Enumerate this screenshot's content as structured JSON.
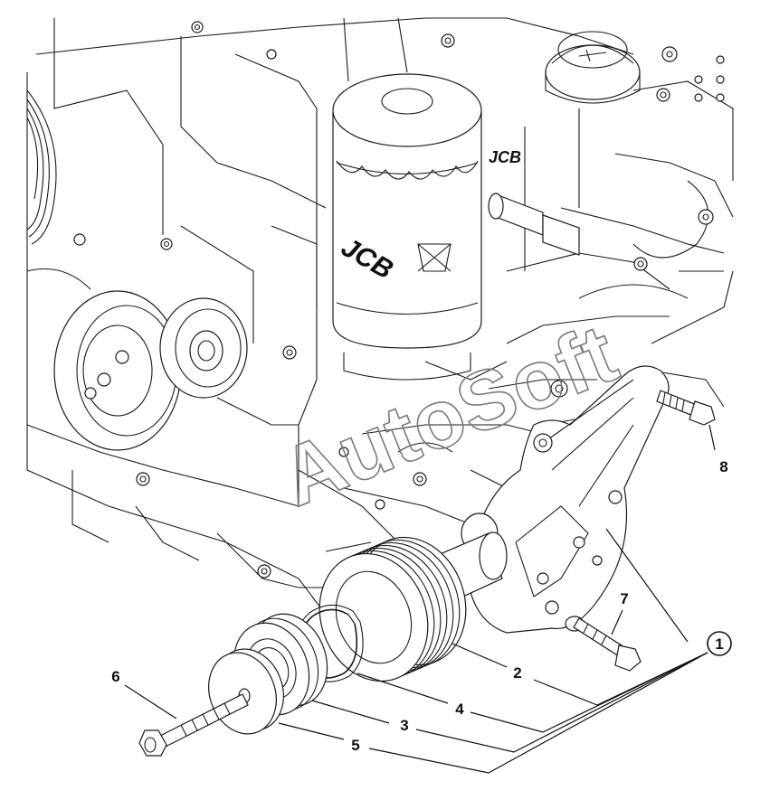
{
  "watermark": {
    "text": "AutoSoft"
  },
  "brand": {
    "filter_logo": "JCB",
    "housing_logo": "JCB"
  },
  "callouts": [
    {
      "id": "c1",
      "label": "1",
      "circled": true
    },
    {
      "id": "c2",
      "label": "2",
      "circled": false
    },
    {
      "id": "c3",
      "label": "3",
      "circled": false
    },
    {
      "id": "c4",
      "label": "4",
      "circled": false
    },
    {
      "id": "c5",
      "label": "5",
      "circled": false
    },
    {
      "id": "c6",
      "label": "6",
      "circled": false
    },
    {
      "id": "c7",
      "label": "7",
      "circled": false
    },
    {
      "id": "c8",
      "label": "8",
      "circled": false
    }
  ],
  "colors": {
    "line": "#1a1a1a",
    "watermark": "#7a7a7a",
    "background": "#ffffff"
  }
}
